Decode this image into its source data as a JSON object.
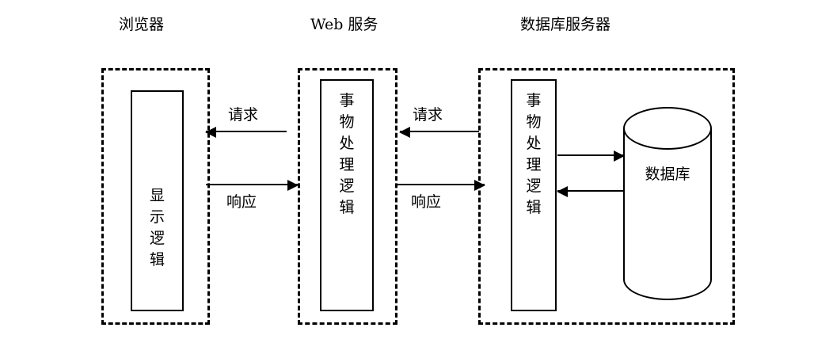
{
  "diagram": {
    "title_tiers": [
      {
        "label": "浏览器"
      },
      {
        "label": "Web 服务"
      },
      {
        "label": "数据库服务器"
      }
    ],
    "components": {
      "presentation_logic": "显示逻辑",
      "web_transaction_logic": "事物处理逻辑",
      "db_transaction_logic": "事物处理逻辑",
      "database": "数据库"
    },
    "flows": {
      "browser_web_request": "请求",
      "browser_web_response": "响应",
      "web_db_request": "请求",
      "web_db_response": "响应"
    },
    "colors": {
      "stroke": "#000000",
      "background": "#ffffff"
    }
  }
}
